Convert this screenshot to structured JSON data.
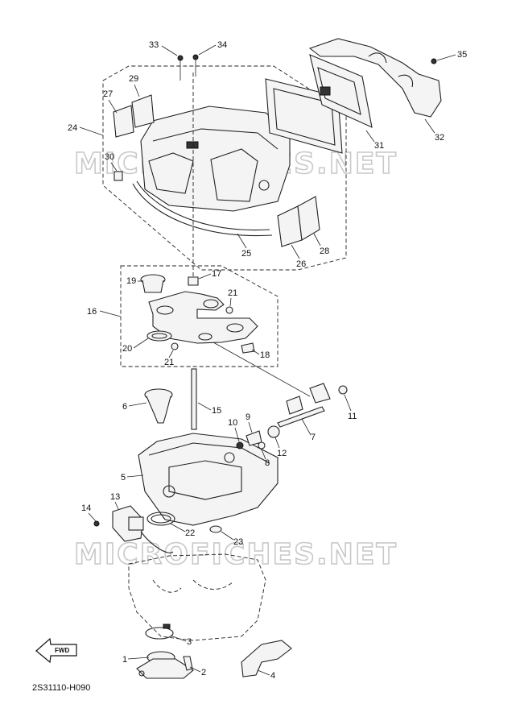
{
  "diagram_code": "2S31110-H090",
  "watermarks": [
    "MICROFICHES.NET",
    "MICROFICHES.NET"
  ],
  "fwd_label": "FWD",
  "callouts": [
    "1",
    "2",
    "3",
    "4",
    "5",
    "6",
    "7",
    "8",
    "9",
    "10",
    "11",
    "12",
    "13",
    "14",
    "15",
    "16",
    "17",
    "18",
    "19",
    "20",
    "21",
    "21",
    "22",
    "23",
    "24",
    "25",
    "26",
    "27",
    "28",
    "29",
    "30",
    "31",
    "32",
    "33",
    "34",
    "35"
  ]
}
